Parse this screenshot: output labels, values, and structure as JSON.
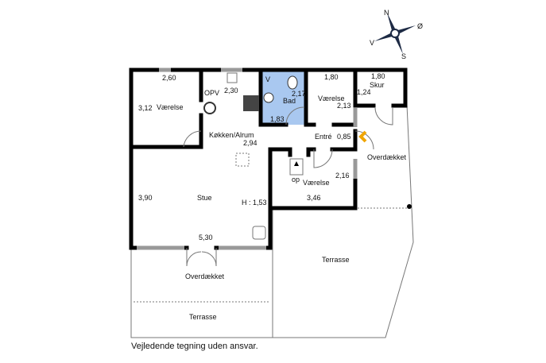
{
  "rooms": {
    "vaerelse1": {
      "label": "Værelse",
      "dim_w": "2,60",
      "dim_h": "3,12"
    },
    "kitchen": {
      "label": "Køkken/Alrum",
      "dim_a": "2,30",
      "dim_b": "2,94",
      "opv": "OPV"
    },
    "bad": {
      "label": "Bad",
      "dim_a": "2,17",
      "dim_b": "1,83",
      "v": "V"
    },
    "vaerelse2": {
      "label": "Værelse",
      "dim_w": "1,80",
      "dim_h": "2,13"
    },
    "skur": {
      "label": "Skur",
      "dim_w": "1,80",
      "dim_h": "1,24"
    },
    "entre": {
      "label": "Entré",
      "dim": "0,85"
    },
    "overdaekket_right": {
      "label": "Overdækket"
    },
    "vaerelse3": {
      "label": "Værelse",
      "dim_w": "3,46",
      "dim_h": "2,16",
      "stairs": "op"
    },
    "stue": {
      "label": "Stue",
      "dim_h": "3,90",
      "dim_w": "5,30",
      "height": "H : 1,53"
    },
    "overdaekket_bottom": {
      "label": "Overdækket"
    },
    "terrasse_right": {
      "label": "Terrasse"
    },
    "terrasse_bottom": {
      "label": "Terrasse"
    }
  },
  "compass": {
    "n": "N",
    "v": "V",
    "s": "S",
    "o": "Ø"
  },
  "caption": "Vejledende tegning uden ansvar.",
  "colors": {
    "bath": "#a9c8f0",
    "entrance_marker": "#f0a500"
  }
}
